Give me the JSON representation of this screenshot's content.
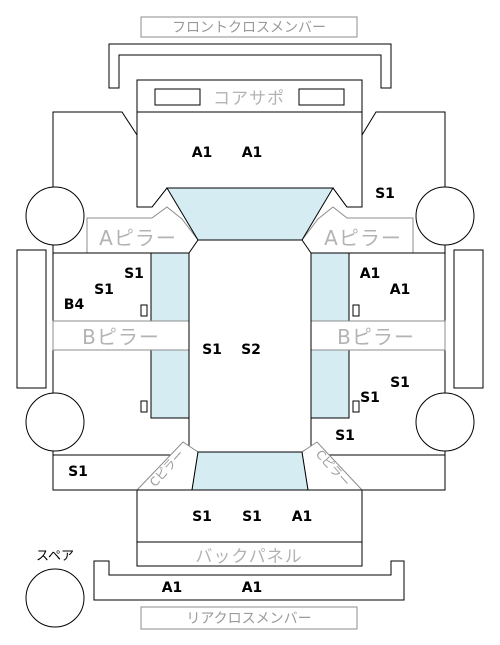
{
  "labels": {
    "front_cross_member": "フロントクロスメンバー",
    "core_support": "コアサポ",
    "a_pillar_left": "Aピラー",
    "a_pillar_right": "Aピラー",
    "b_pillar_left": "Bピラー",
    "b_pillar_right": "Bピラー",
    "c_pillar_left": "Cピラー",
    "c_pillar_right": "Cピラー",
    "back_panel": "バックパネル",
    "rear_cross_member": "リアクロスメンバー",
    "spare": "スペア"
  },
  "codes": {
    "hood_1": "A1",
    "hood_2": "A1",
    "right_front_fender": "S1",
    "left_front_door_1": "S1",
    "left_front_door_2": "S1",
    "left_front_door_3": "B4",
    "right_front_door_1": "A1",
    "right_front_door_2": "A1",
    "roof_1": "S1",
    "roof_2": "S2",
    "right_rear_door_1": "S1",
    "right_rear_door_2": "S1",
    "right_rear_fender": "S1",
    "left_rear_fender": "S1",
    "trunk_1": "S1",
    "trunk_2": "S1",
    "trunk_3": "A1",
    "rear_member_1": "A1",
    "rear_member_2": "A1"
  }
}
